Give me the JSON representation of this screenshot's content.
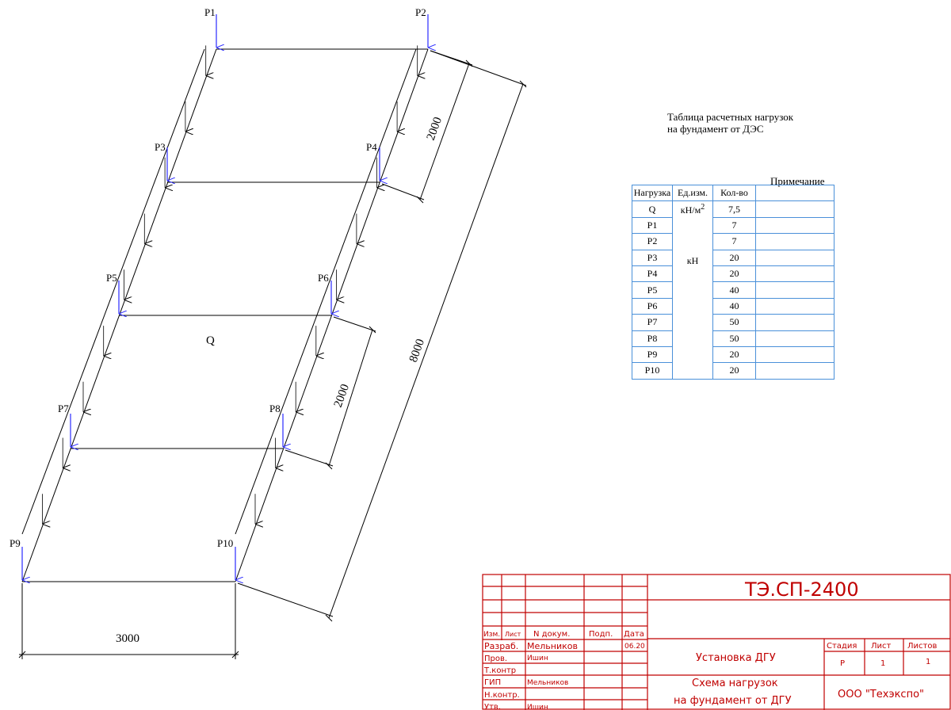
{
  "loads": {
    "p1": "P1",
    "p2": "P2",
    "p3": "P3",
    "p4": "P4",
    "p5": "P5",
    "p6": "P6",
    "p7": "P7",
    "p8": "P8",
    "p9": "P9",
    "p10": "P10",
    "q": "Q"
  },
  "dimensions": {
    "d_2000_top": "2000",
    "d_2000_mid": "2000",
    "d_8000": "8000",
    "d_3000": "3000"
  },
  "table": {
    "title_line1": "Таблица расчетных нагрузок",
    "title_line2": "на фундамент от ДЭС",
    "note_header": "Примечание",
    "headers": [
      "Нагрузка",
      "Ед.изм.",
      "Кол-во"
    ],
    "unit_q": "кН/м",
    "unit_q_sup": "2",
    "unit_p": "кН",
    "rows": [
      {
        "load": "Q",
        "value": "7,5"
      },
      {
        "load": "P1",
        "value": "7"
      },
      {
        "load": "P2",
        "value": "7"
      },
      {
        "load": "P3",
        "value": "20"
      },
      {
        "load": "P4",
        "value": "20"
      },
      {
        "load": "P5",
        "value": "40"
      },
      {
        "load": "P6",
        "value": "40"
      },
      {
        "load": "P7",
        "value": "50"
      },
      {
        "load": "P8",
        "value": "50"
      },
      {
        "load": "P9",
        "value": "20"
      },
      {
        "load": "P10",
        "value": "20"
      }
    ]
  },
  "title_block": {
    "code": "ТЭ.СП-2400",
    "col_izm": "Изм.",
    "col_list": "Лист",
    "col_ndoc": "N докум.",
    "col_podp": "Подп.",
    "col_data": "Дата",
    "razrab": "Разраб.",
    "razrab_name": "Мельников",
    "razrab_date": "06.20",
    "prov": "Пров.",
    "prov_name": "Ишин",
    "tkontr": "Т.контр",
    "gip": "ГИП",
    "gip_name": "Мельников",
    "nkontr": "Н.контр.",
    "utv": "Утв.",
    "utv_name": "Ишин",
    "project": "Установка ДГУ",
    "sheet_title_1": "Схема нагрузок",
    "sheet_title_2": "на фундамент от ДГУ",
    "stadia": "Стадия",
    "list": "Лист",
    "listov": "Листов",
    "stadia_val": "Р",
    "list_val": "1",
    "listov_val": "1",
    "org": "ООО \"Техэкспо\""
  },
  "colors": {
    "frame": "#c00000",
    "arrow": "#2a2aff",
    "table_border": "#4a90d9"
  }
}
